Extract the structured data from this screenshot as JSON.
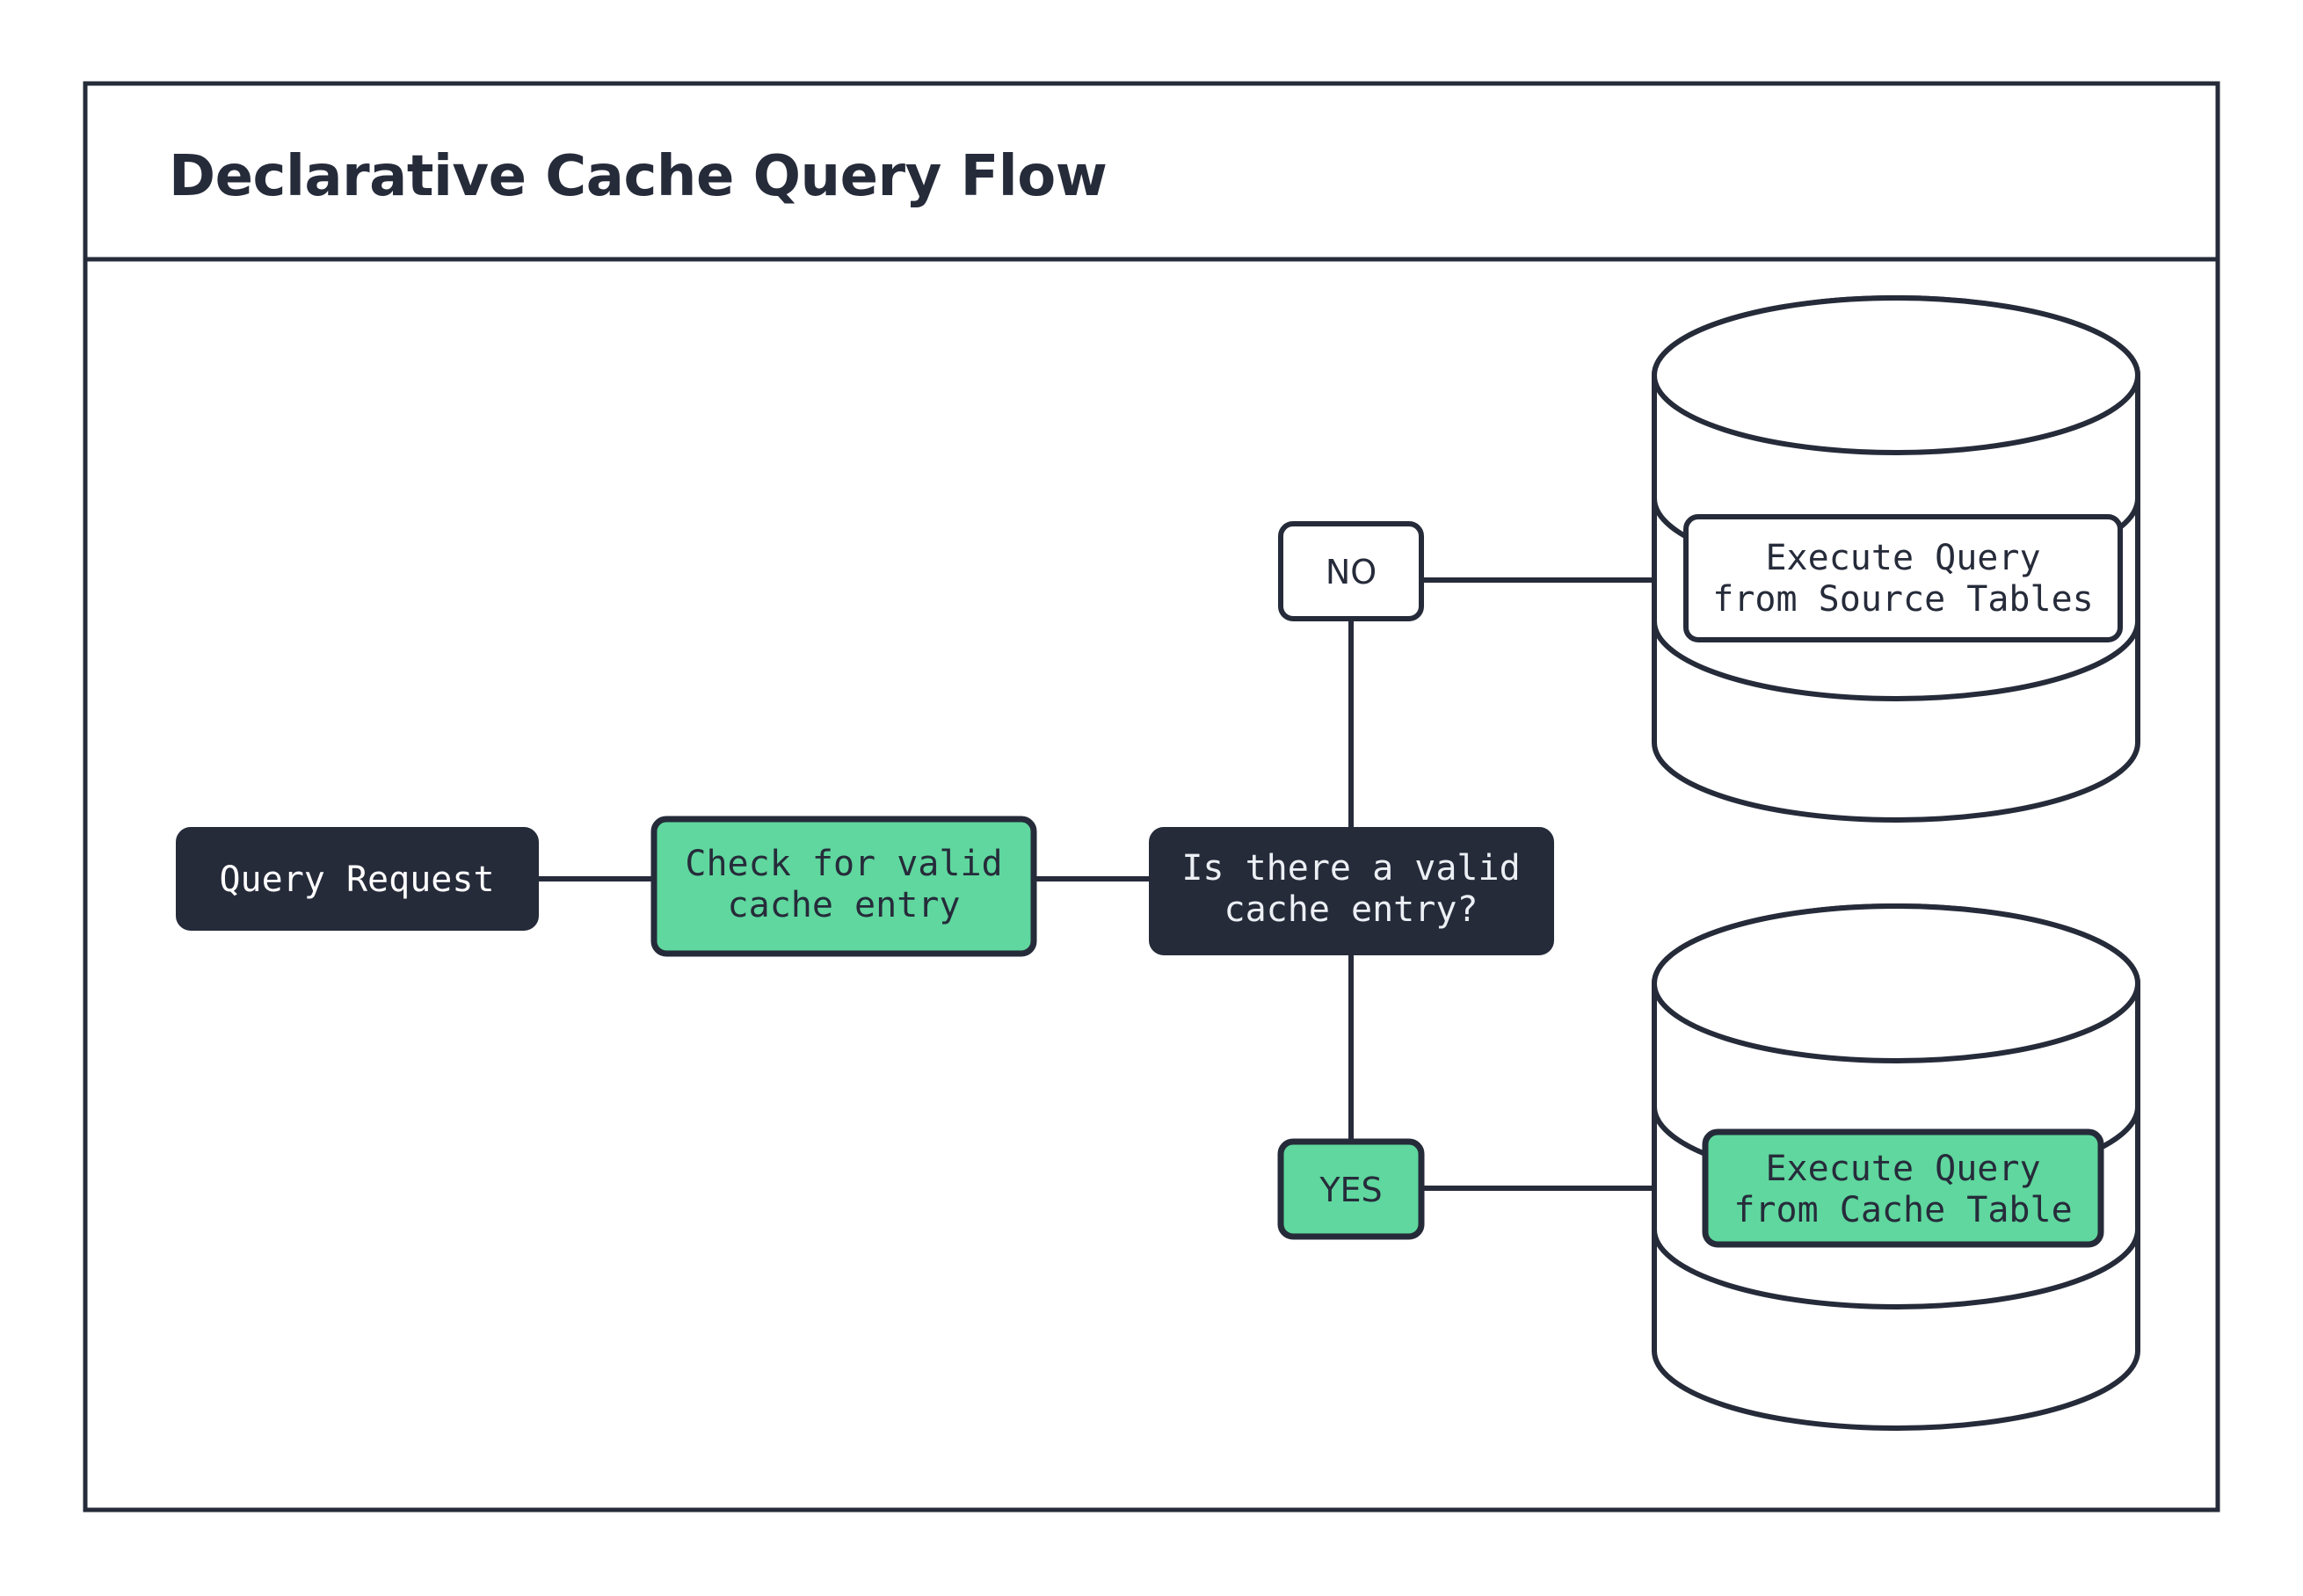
{
  "header": {
    "title": "Declarative Cache Query Flow"
  },
  "colors": {
    "ink": "#262b3a",
    "accent_green": "#5fd79e",
    "surface": "#ffffff",
    "text_on_dark": "#eceff4"
  },
  "nodes": {
    "query_request": {
      "label": "Query Request",
      "style": "dark"
    },
    "check_cache": {
      "line1": "Check for valid",
      "line2": "cache entry",
      "style": "green"
    },
    "decision": {
      "line1": "Is there a valid",
      "line2": "cache entry?",
      "style": "dark"
    },
    "branch_no": {
      "label": "NO",
      "style": "white"
    },
    "branch_yes": {
      "label": "YES",
      "style": "green"
    },
    "source_db": {
      "line1": "Execute Query",
      "line2": "from Source Tables",
      "style": "white",
      "icon": "database-cylinder"
    },
    "cache_db": {
      "line1": "Execute Query",
      "line2": "from Cache Table",
      "style": "green",
      "icon": "database-cylinder"
    }
  },
  "edges": [
    {
      "from": "query_request",
      "to": "check_cache"
    },
    {
      "from": "check_cache",
      "to": "decision"
    },
    {
      "from": "decision",
      "to": "branch_no"
    },
    {
      "from": "branch_no",
      "to": "source_db"
    },
    {
      "from": "decision",
      "to": "branch_yes"
    },
    {
      "from": "branch_yes",
      "to": "cache_db"
    }
  ]
}
